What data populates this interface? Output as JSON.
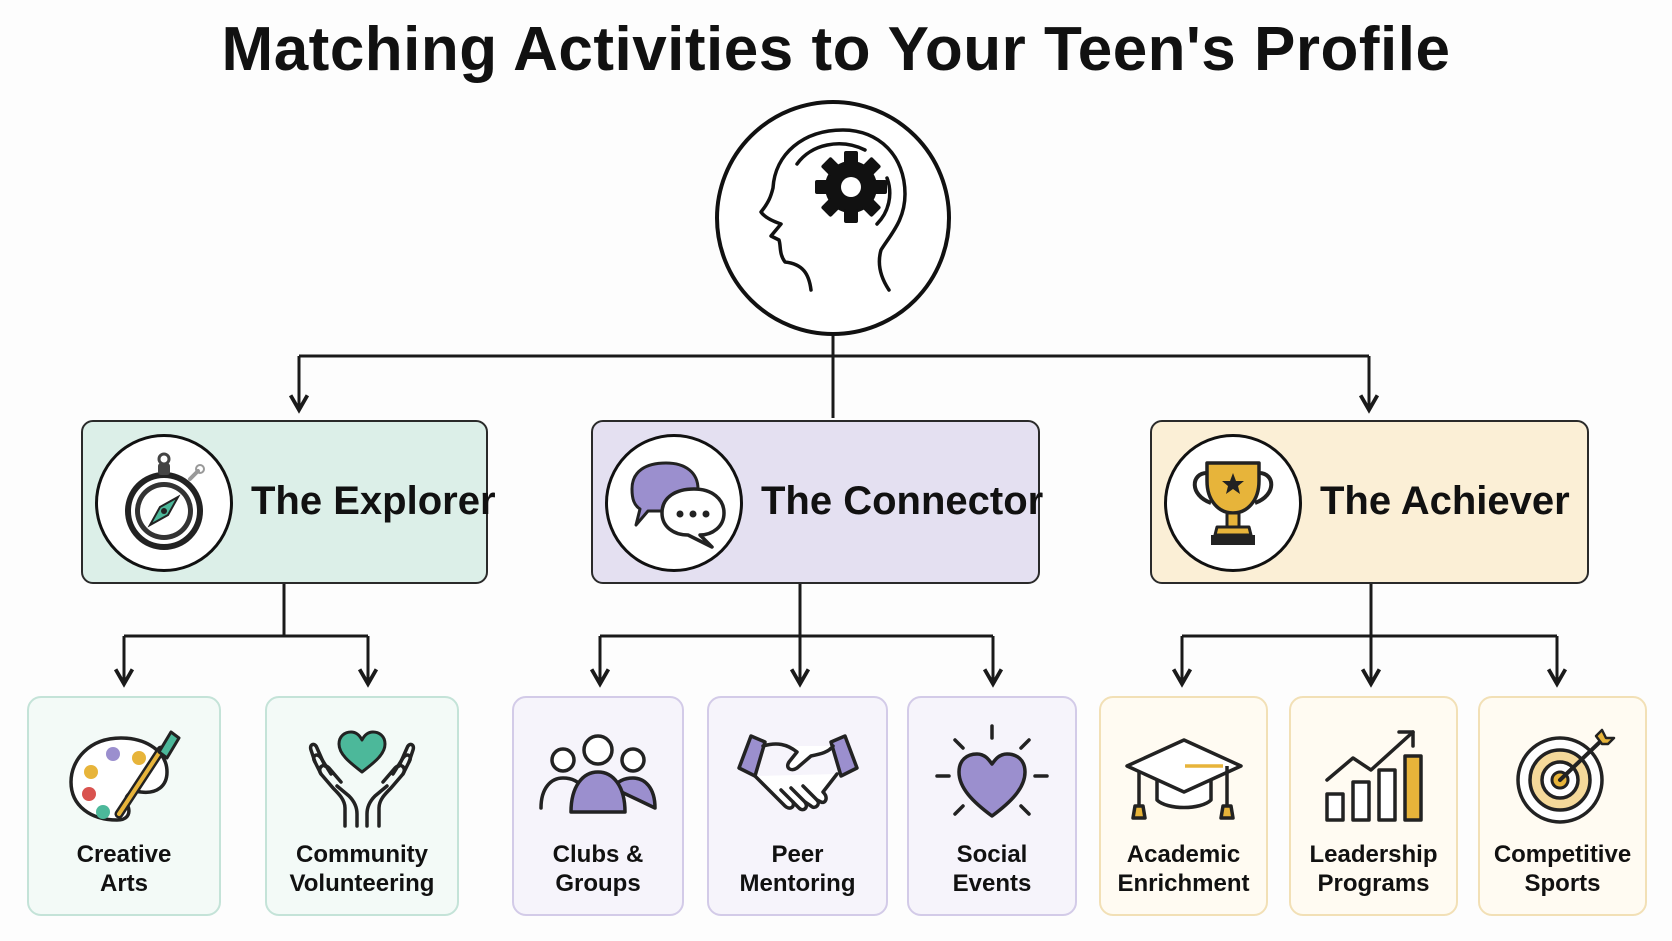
{
  "title": "Matching Activities to Your Teen's Profile",
  "hub": {
    "icon": "head-with-gear-icon"
  },
  "profiles": [
    {
      "name": "The Explorer",
      "icon": "compass-icon",
      "fill": "#dcefe8"
    },
    {
      "name": "The Connector",
      "icon": "chat-bubbles-icon",
      "fill": "#e4e0f1"
    },
    {
      "name": "The Achiever",
      "icon": "trophy-icon",
      "fill": "#fbefd6"
    }
  ],
  "activities": [
    {
      "line1": "Creative",
      "line2": "Arts",
      "icon": "paint-palette-icon",
      "profile": 0
    },
    {
      "line1": "Community",
      "line2": "Volunteering",
      "icon": "hands-heart-icon",
      "profile": 0
    },
    {
      "line1": "Clubs &",
      "line2": "Groups",
      "icon": "people-group-icon",
      "profile": 1
    },
    {
      "line1": "Peer",
      "line2": "Mentoring",
      "icon": "handshake-icon",
      "profile": 1
    },
    {
      "line1": "Social",
      "line2": "Events",
      "icon": "heart-sparkle-icon",
      "profile": 1
    },
    {
      "line1": "Academic",
      "line2": "Enrichment",
      "icon": "graduation-cap-icon",
      "profile": 2
    },
    {
      "line1": "Leadership",
      "line2": "Programs",
      "icon": "growth-chart-icon",
      "profile": 2
    },
    {
      "line1": "Competitive",
      "line2": "Sports",
      "icon": "target-icon",
      "profile": 2
    }
  ],
  "colors": {
    "line": "#1a1a1a",
    "explorer_accent": "#4cb89a",
    "connector_accent": "#9b8fce",
    "achiever_accent": "#e7b43a"
  }
}
